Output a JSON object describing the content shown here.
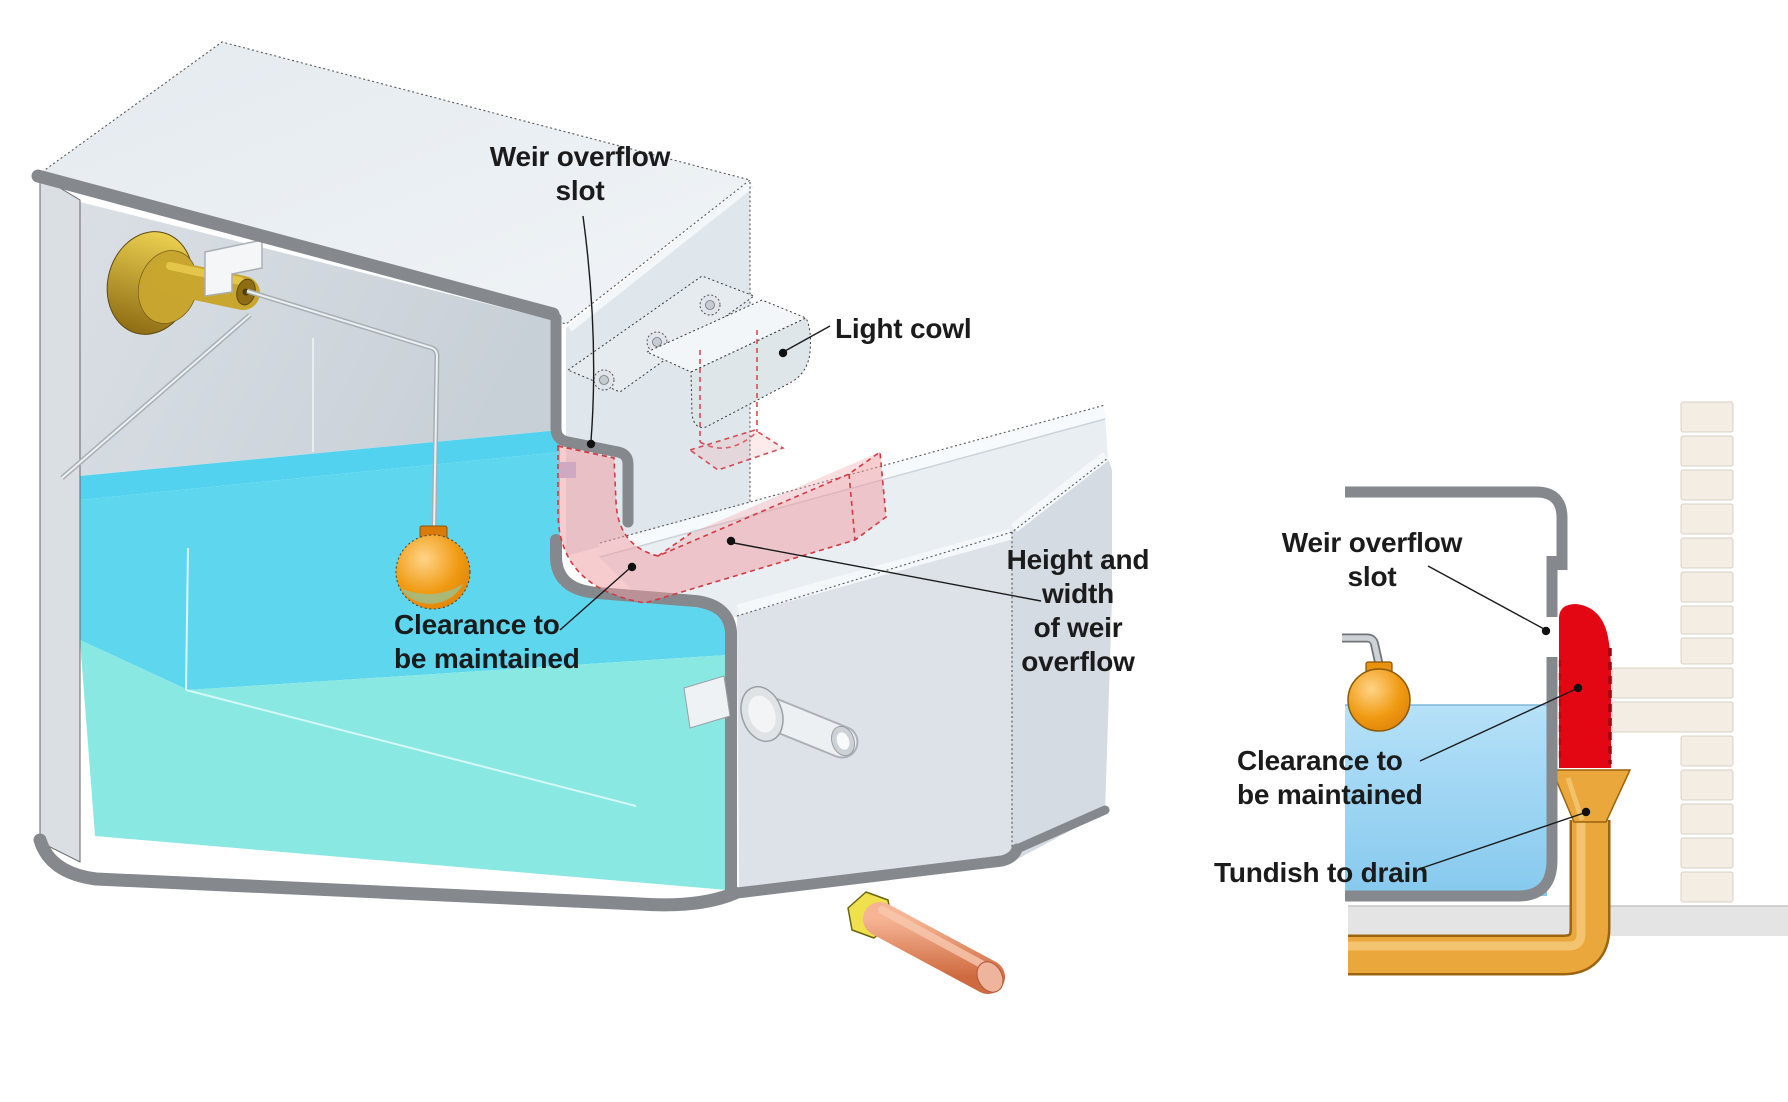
{
  "page": {
    "background": "#ffffff"
  },
  "colors": {
    "tank_face": "#E9EEF2",
    "tank_side": "#E0E7EC",
    "tank_front": "#DCE2E8",
    "tank_right": "#D4DBE2",
    "tank_edge": "#85898D",
    "interior_wall": "#D5DBE1",
    "water_surface": "#52D2EF",
    "water_mid": "#5ED7EE",
    "water_low": "#8AE8E3",
    "pink": "#F0999F",
    "pink_line": "#D23B45",
    "red": "#E30613",
    "tundish": "#E9A73C",
    "tundish_dark": "#9C6410",
    "brass": "#C9A72F",
    "float_orange": "#F09A12",
    "brick": "#F4EDE4",
    "floor": "#E4E4E4",
    "label_text": "#1B1B1B"
  },
  "left_diagram": {
    "labels": {
      "weir_overflow_slot": "Weir overflow\nslot",
      "light_cowl": "Light cowl",
      "clearance": "Clearance to\nbe maintained",
      "weir_dimensions": "Height and\nwidth\nof weir\noverflow"
    }
  },
  "right_diagram": {
    "labels": {
      "weir_overflow_slot": "Weir overflow\nslot",
      "clearance": "Clearance to\nbe maintained",
      "tundish_to_drain": "Tundish to drain"
    }
  }
}
